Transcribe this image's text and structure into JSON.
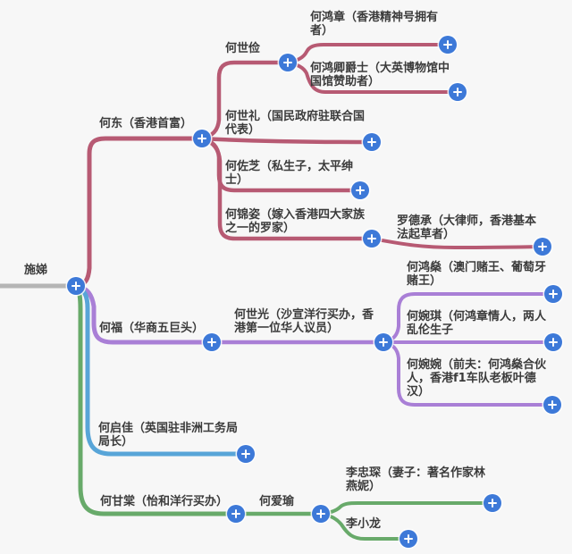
{
  "colors": {
    "background": "#f7f7f7",
    "branch_red": "#b75a73",
    "branch_purple": "#a97fd6",
    "branch_blue": "#58a5d8",
    "branch_green": "#68aa6a",
    "root_line_gray": "#b5b5b5",
    "plus_button_blue": "#3d79d8",
    "plus_glyph_white": "#ffffff",
    "text": "#3b3b3b"
  },
  "mindmap": {
    "root": {
      "label": "施娣",
      "lines": [
        "施娣"
      ],
      "children": [
        {
          "label": "何东（香港首富）",
          "lines": [
            "何东（香港首富）"
          ],
          "children": [
            {
              "label": "何世俭",
              "lines": [
                "何世俭"
              ],
              "children": [
                {
                  "label": "何鸿章（香港精神号拥有者）",
                  "lines": [
                    "何鸿章（香港精神号拥有",
                    "者）"
                  ]
                },
                {
                  "label": "何鸿卿爵士（大英博物馆中国馆赞助者）",
                  "lines": [
                    "何鸿卿爵士（大英博物馆中",
                    "国馆赞助者）"
                  ]
                }
              ]
            },
            {
              "label": "何世礼（国民政府驻联合国代表）",
              "lines": [
                "何世礼（国民政府驻联合国",
                "代表）"
              ]
            },
            {
              "label": "何佐芝（私生子，太平绅士）",
              "lines": [
                "何佐芝（私生子，太平绅",
                "士）"
              ]
            },
            {
              "label": "何锦姿（嫁入香港四大家族之一的罗家）",
              "lines": [
                "何锦姿（嫁入香港四大家族",
                "之一的罗家）"
              ],
              "children": [
                {
                  "label": "罗德承（大律师，香港基本法起草者）",
                  "lines": [
                    "罗德承（大律师，香港基本",
                    "法起草者）"
                  ]
                }
              ]
            }
          ]
        },
        {
          "label": "何福（华商五巨头）",
          "lines": [
            "何福（华商五巨头）"
          ],
          "children": [
            {
              "label": "何世光（沙宣洋行买办，香港第一位华人议员）",
              "lines": [
                "何世光（沙宣洋行买办，香",
                "港第一位华人议员）"
              ],
              "children": [
                {
                  "label": "何鸿燊（澳门赌王、葡萄牙赌王）",
                  "lines": [
                    "何鸿燊（澳门赌王、葡萄牙",
                    "赌王）"
                  ]
                },
                {
                  "label": "何婉琪（何鸿章情人，两人乱伦生子",
                  "lines": [
                    "何婉琪（何鸿章情人，两人",
                    "乱伦生子"
                  ]
                },
                {
                  "label": "何婉婉（前夫：何鸿燊合伙人，香港f1车队老板叶德汉）",
                  "lines": [
                    "何婉婉（前夫：何鸿燊合伙",
                    "人，香港f1车队老板叶德",
                    "汉）"
                  ]
                }
              ]
            }
          ]
        },
        {
          "label": "何启佳（英国驻非洲工务局局长）",
          "lines": [
            "何启佳（英国驻非洲工务局",
            "局长）"
          ]
        },
        {
          "label": "何甘棠（怡和洋行买办）",
          "lines": [
            "何甘棠（怡和洋行买办）"
          ],
          "children": [
            {
              "label": "何爱瑜",
              "lines": [
                "何爱瑜"
              ],
              "children": [
                {
                  "label": "李忠琛（妻子：著名作家林燕妮）",
                  "lines": [
                    "李忠琛（妻子：著名作家林",
                    "燕妮）"
                  ]
                },
                {
                  "label": "李小龙",
                  "lines": [
                    "李小龙"
                  ]
                }
              ]
            }
          ]
        }
      ]
    }
  }
}
